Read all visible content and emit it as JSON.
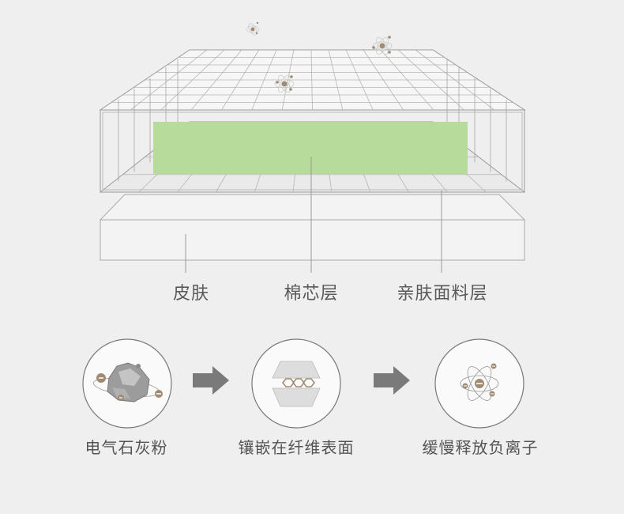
{
  "layers": {
    "skin": "皮肤",
    "core": "棉芯层",
    "fabric": "亲肤面料层"
  },
  "process": {
    "step1": "电气石灰粉",
    "step2": "镶嵌在纤维表面",
    "step3": "缓慢释放负离子"
  },
  "colors": {
    "background": "#efefef",
    "core_layer": "#b7db9a",
    "grid_line": "#9a9a9a",
    "arrow": "#7a7a7a",
    "ion_brown": "#a08c74"
  }
}
